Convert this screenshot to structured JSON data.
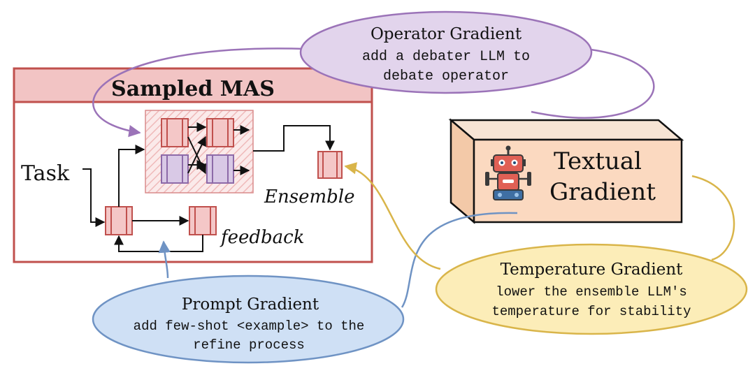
{
  "mas": {
    "title": "Sampled MAS",
    "task_label": "Task",
    "ensemble_label": "Ensemble",
    "feedback_label": "feedback"
  },
  "textual_gradient": {
    "line1": "Textual",
    "line2": "Gradient",
    "icon": "robot-icon"
  },
  "operator_gradient": {
    "title": "Operator Gradient",
    "line1": "add a debater LLM to",
    "line2": "debate operator"
  },
  "prompt_gradient": {
    "title": "Prompt Gradient",
    "line1": "add few-shot <example> to the",
    "line2": "refine process"
  },
  "temperature_gradient": {
    "title": "Temperature Gradient",
    "line1": "lower the ensemble LLM's",
    "line2": "temperature for stability"
  },
  "colors": {
    "mas_border": "#c0504d",
    "mas_header": "#f2c4c4",
    "node_red_fill": "#f4c7c7",
    "node_red_stroke": "#c0504d",
    "node_purple_fill": "#d9c9e6",
    "node_purple_stroke": "#8d6aa8",
    "operator_fill": "#e2d4ec",
    "operator_stroke": "#9b73b8",
    "prompt_fill": "#cfe0f5",
    "prompt_stroke": "#6f93c4",
    "temperature_fill": "#fcedb8",
    "temperature_stroke": "#d9b54a",
    "box_fill": "#fbd9c0",
    "box_top": "#f7e4d4",
    "box_side": "#f3c9a8"
  }
}
